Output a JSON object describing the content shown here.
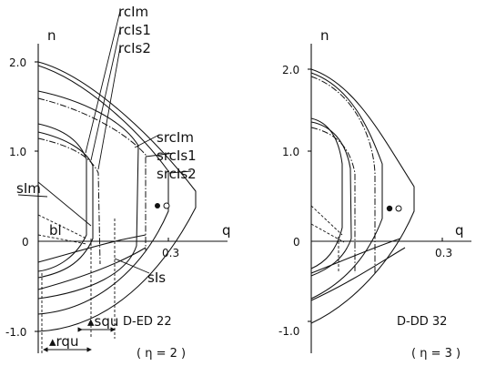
{
  "left_panel": {
    "axis_y_label": "n",
    "axis_x_label": "q",
    "y_ticks": [
      "2.0",
      "1.0",
      "0",
      "-1.0"
    ],
    "x_tick": "0.3",
    "labels": {
      "rclm": "rcIm",
      "rcls1": "rcIs1",
      "rcls2": "rcIs2",
      "srclm": "srcIm",
      "srcls1": "srcIs1",
      "srcls2": "srcIs2",
      "slm": "sIm",
      "bl": "bl",
      "sls": "sIs",
      "rqu": "rqu",
      "squ": "squ"
    },
    "caption": "D-ED 22",
    "eta": "( η = 2 )"
  },
  "right_panel": {
    "axis_y_label": "n",
    "axis_x_label": "q",
    "y_ticks": [
      "2.0",
      "1.0",
      "0",
      "-1.0"
    ],
    "x_tick": "0.3",
    "caption": "D-DD 32",
    "eta": "( η = 3 )"
  }
}
